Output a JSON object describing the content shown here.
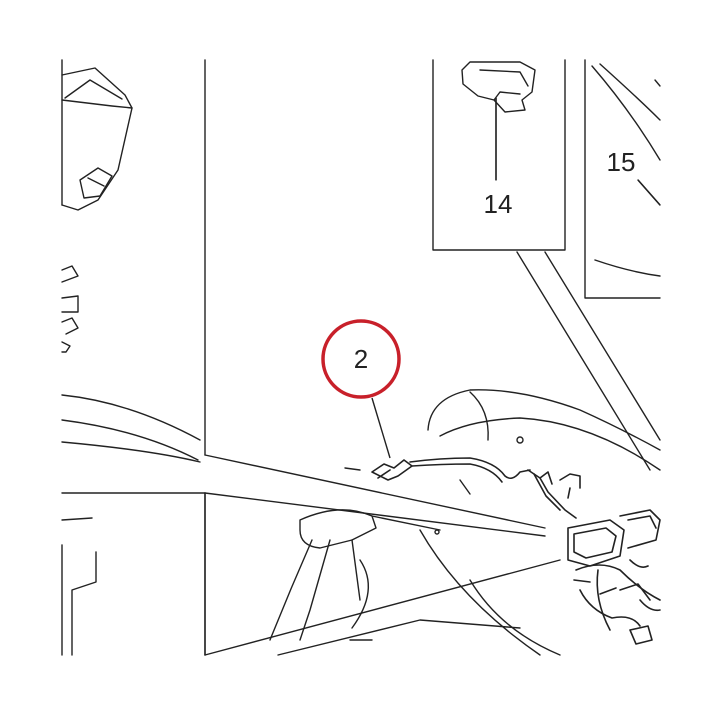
{
  "diagram": {
    "callouts": [
      {
        "id": "c2",
        "label": "2",
        "highlighted": true
      },
      {
        "id": "c14",
        "label": "14",
        "highlighted": false
      },
      {
        "id": "c15",
        "label": "15",
        "highlighted": false
      }
    ]
  },
  "colors": {
    "line": "#222222",
    "highlight_ring": "#c8202a",
    "background": "#ffffff"
  }
}
